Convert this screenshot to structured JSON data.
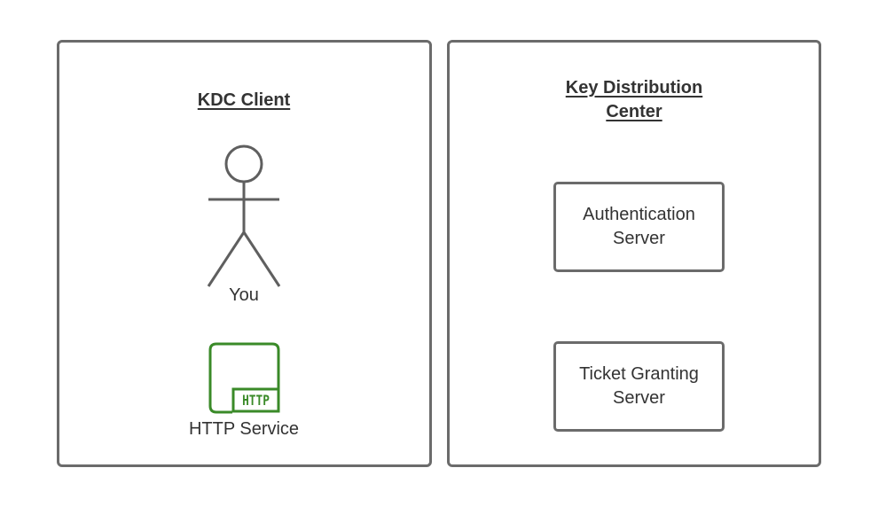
{
  "client_panel": {
    "title": "KDC Client",
    "actor_label": "You",
    "service_label": "HTTP Service",
    "service_icon_text": "HTTP"
  },
  "kdc_panel": {
    "title_line1": "Key Distribution",
    "title_line2": "Center",
    "servers": [
      {
        "line1": "Authentication",
        "line2": "Server"
      },
      {
        "line1": "Ticket Granting",
        "line2": "Server"
      }
    ]
  },
  "colors": {
    "border": "#6b6b6b",
    "icon_green": "#3a8a28",
    "text": "#333333"
  }
}
